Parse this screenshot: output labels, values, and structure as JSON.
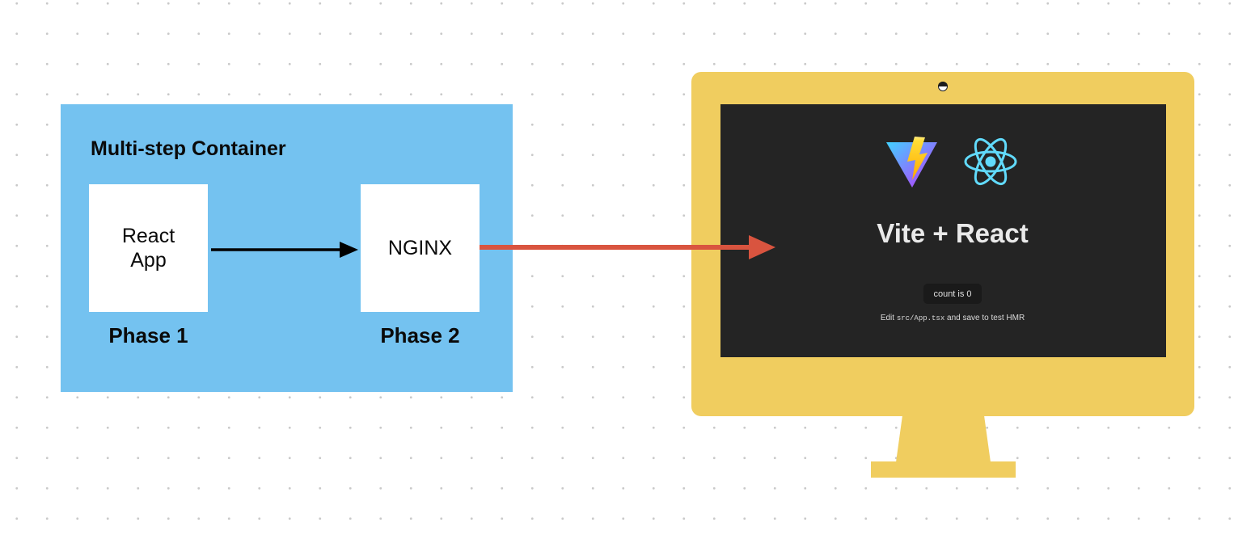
{
  "container": {
    "title": "Multi-step Container",
    "phases": [
      {
        "box_label": "React App",
        "phase_label": "Phase 1"
      },
      {
        "box_label": "NGINX",
        "phase_label": "Phase 2"
      }
    ]
  },
  "screen": {
    "logos": [
      "vite-logo",
      "react-logo"
    ],
    "title": "Vite + React",
    "count_button": "count is 0",
    "edit_prefix": "Edit",
    "edit_code": "src/App.tsx",
    "edit_suffix": "and save to test HMR"
  },
  "colors": {
    "container": "#74c2f0",
    "monitor": "#f0cd5f",
    "screen": "#242424",
    "arrow_internal": "#000000",
    "arrow_serve": "#d9543f"
  }
}
